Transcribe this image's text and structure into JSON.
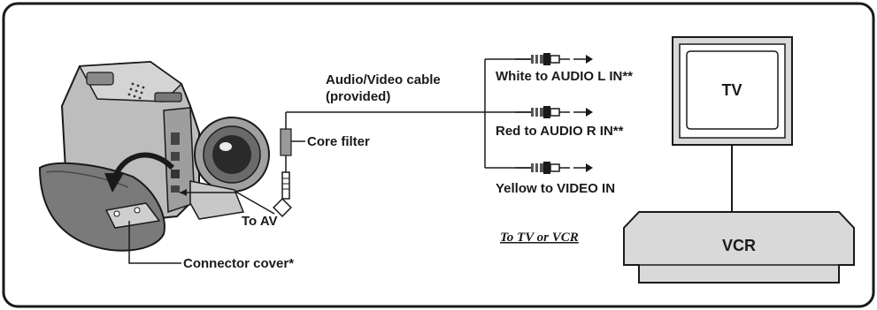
{
  "labels": {
    "av_cable_line1": "Audio/Video cable",
    "av_cable_line2": "(provided)",
    "core_filter": "Core filter",
    "to_av": "To AV",
    "connector_cover": "Connector cover*",
    "white_plug": "White to AUDIO L IN**",
    "red_plug": "Red to AUDIO R IN**",
    "yellow_plug": "Yellow to VIDEO IN",
    "to_tv_or_vcr": "To TV or VCR",
    "tv": "TV",
    "vcr": "VCR"
  },
  "colors": {
    "border": "#1a1a1a",
    "device_fill": "#d9d9d9",
    "camera_body": "#b8b8b8",
    "camera_dark": "#5a5a5a",
    "screen": "#ffffff"
  },
  "icons": {
    "camcorder": "camcorder-illustration",
    "rca_plug": "rca-plug-icon",
    "arrow": "arrow-right-icon",
    "curved_arrow": "open-arrow-icon"
  }
}
